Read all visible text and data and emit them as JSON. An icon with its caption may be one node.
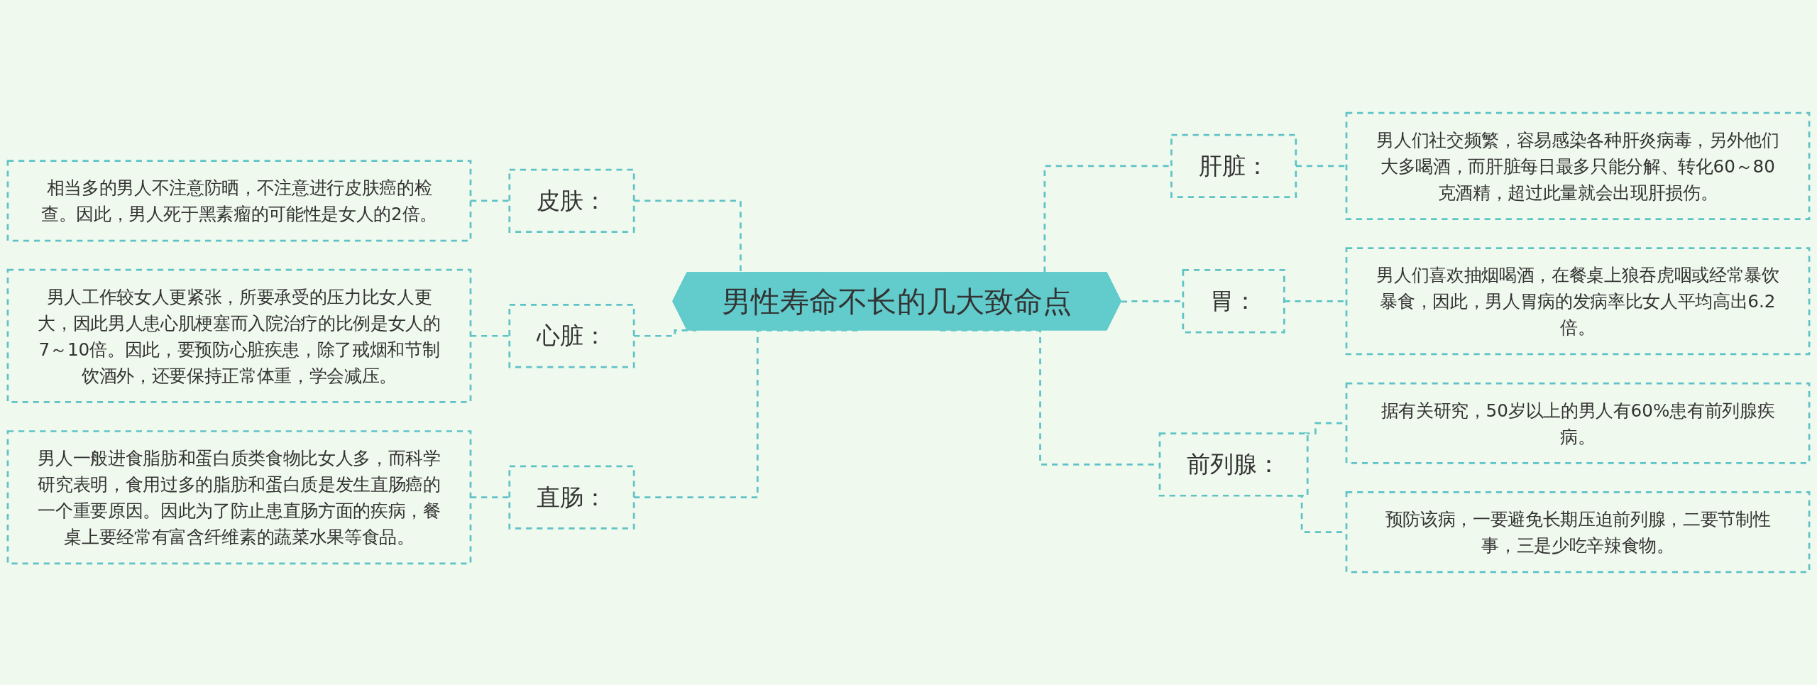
{
  "diagram": {
    "nodes": [
      {
        "text": [
          "男性寿命不长的几大致命点"
        ]
      },
      {
        "text": [
          "皮肤："
        ]
      },
      {
        "text": [
          "相当多的男人不注意防晒，不注意进行皮肤癌的检查。因此，男人死于黑素瘤的可能性是女人的2倍。"
        ]
      },
      {
        "text": [
          "心脏："
        ]
      },
      {
        "text": [
          "男人工作较女人更紧张，所要承受的压力比女人更大，因此男人患心肌梗塞而入院治疗的比例是女人的7～10倍。因此，要预防心脏疾患，除了戒烟和节制饮酒外，还要保持正常体重，学会减压。"
        ]
      },
      {
        "text": [
          "直肠："
        ]
      },
      {
        "text": [
          "男人一般进食脂肪和蛋白质类食物比女人多，而科学研究表明，食用过多的脂肪和蛋白质是发生直肠癌的一个重要原因。因此为了防止患直肠方面的疾病，餐桌上要经常有富含纤维素的蔬菜水果等食品。"
        ]
      },
      {
        "text": [
          "肝脏："
        ]
      },
      {
        "text": [
          "男人们社交频繁，容易感染各种肝炎病毒，另外他们大多喝酒，而肝脏每日最多只能分解、转化60～80克酒精，超过此量就会出现肝损伤。"
        ]
      },
      {
        "text": [
          "胃："
        ]
      },
      {
        "text": [
          "男人们喜欢抽烟喝酒，在餐桌上狼吞虎咽或经常暴饮暴食，因此，男人胃病的发病率比女人平均高出6.2倍。"
        ]
      },
      {
        "text": [
          "前列腺："
        ]
      },
      {
        "text": [
          "据有关研究，50岁以上的男人有60%患有前列腺疾病。"
        ]
      },
      {
        "text": [
          "预防该病，一要避免长期压迫前列腺，二要节制性事，三是少吃辛辣食物。"
        ]
      }
    ],
    "edges": [
      {
        "from": 0,
        "to": 1,
        "arrow": "none",
        "style": "dashed"
      },
      {
        "from": 1,
        "to": 2,
        "arrow": "none",
        "style": "dashed"
      },
      {
        "from": 0,
        "to": 3,
        "arrow": "none",
        "style": "dashed"
      },
      {
        "from": 3,
        "to": 4,
        "arrow": "none",
        "style": "dashed"
      },
      {
        "from": 0,
        "to": 5,
        "arrow": "none",
        "style": "dashed"
      },
      {
        "from": 5,
        "to": 6,
        "arrow": "none",
        "style": "dashed"
      },
      {
        "from": 0,
        "to": 7,
        "arrow": "none",
        "style": "dashed"
      },
      {
        "from": 7,
        "to": 8,
        "arrow": "none",
        "style": "dashed"
      },
      {
        "from": 0,
        "to": 9,
        "arrow": "none",
        "style": "dashed"
      },
      {
        "from": 9,
        "to": 10,
        "arrow": "none",
        "style": "dashed"
      },
      {
        "from": 0,
        "to": 11,
        "arrow": "none",
        "style": "dashed"
      },
      {
        "from": 11,
        "to": 12,
        "arrow": "none",
        "style": "dashed"
      },
      {
        "from": 11,
        "to": 13,
        "arrow": "none",
        "style": "dashed"
      }
    ]
  }
}
